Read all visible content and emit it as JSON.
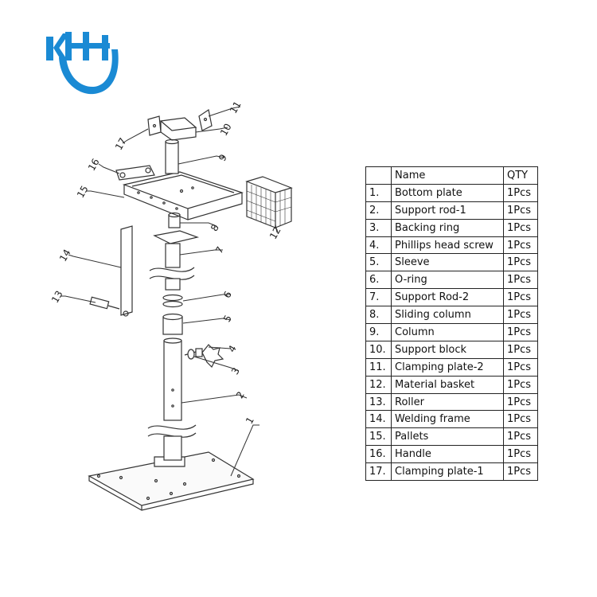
{
  "logo": {
    "color": "#1a8ad4"
  },
  "diagram": {
    "callouts": [
      "1",
      "2",
      "3",
      "4",
      "5",
      "6",
      "7",
      "8",
      "9",
      "10",
      "11",
      "12",
      "13",
      "14",
      "15",
      "16",
      "17"
    ]
  },
  "parts_table": {
    "headers": [
      "",
      "Name",
      "QTY"
    ],
    "rows": [
      [
        "1.",
        "Bottom plate",
        "1Pcs"
      ],
      [
        "2.",
        "Support rod-1",
        "1Pcs"
      ],
      [
        "3.",
        "Backing ring",
        "1Pcs"
      ],
      [
        "4.",
        "Phillips head screw",
        "1Pcs"
      ],
      [
        "5.",
        "Sleeve",
        "1Pcs"
      ],
      [
        "6.",
        "O-ring",
        "1Pcs"
      ],
      [
        "7.",
        "Support Rod-2",
        "1Pcs"
      ],
      [
        "8.",
        "Sliding column",
        "1Pcs"
      ],
      [
        "9.",
        "Column",
        "1Pcs"
      ],
      [
        "10.",
        "Support block",
        "1Pcs"
      ],
      [
        "11.",
        "Clamping plate-2",
        "1Pcs"
      ],
      [
        "12.",
        "Material basket",
        "1Pcs"
      ],
      [
        "13.",
        "Roller",
        "1Pcs"
      ],
      [
        "14.",
        "Welding frame",
        "1Pcs"
      ],
      [
        "15.",
        "Pallets",
        "1Pcs"
      ],
      [
        "16.",
        "Handle",
        "1Pcs"
      ],
      [
        "17.",
        "Clamping plate-1",
        "1Pcs"
      ]
    ]
  }
}
